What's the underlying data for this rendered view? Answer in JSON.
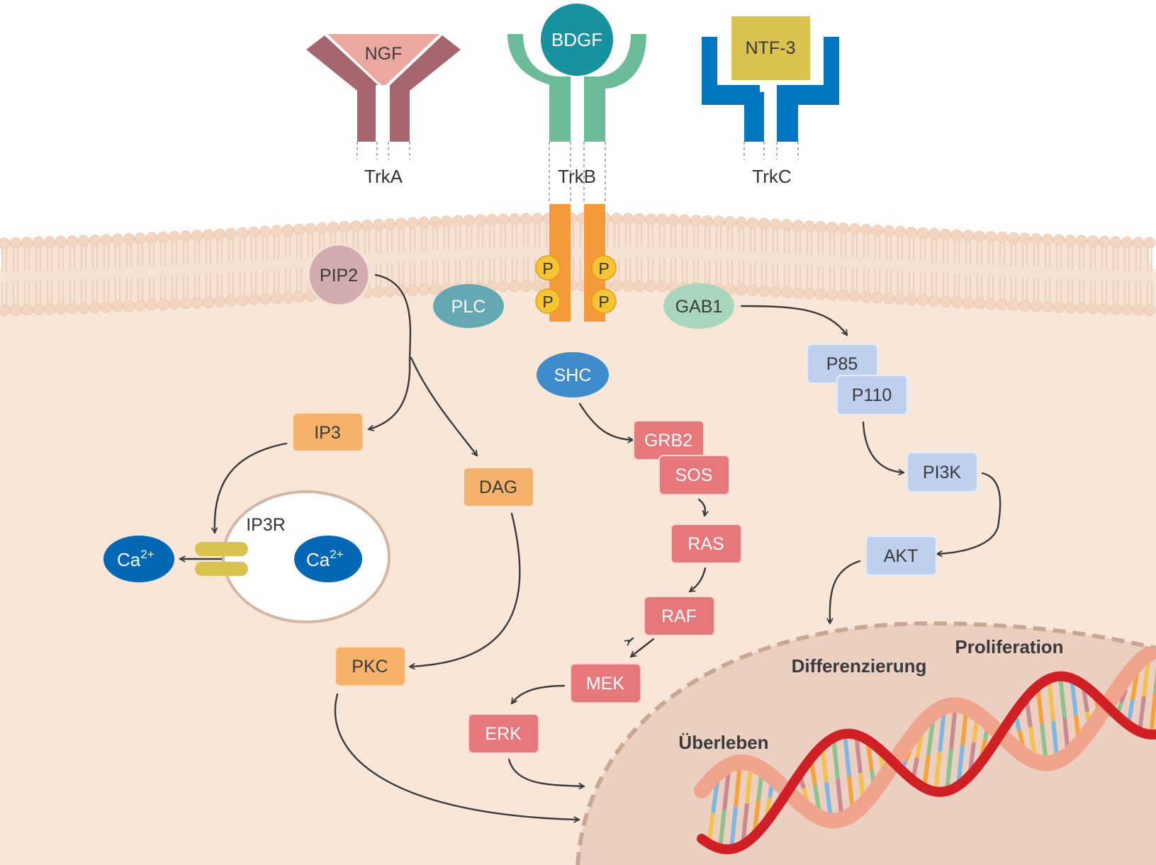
{
  "receptors": [
    {
      "ligand": "NGF",
      "receptor": "TrkA",
      "ligand_color": "#EBA8A0",
      "receptor_color": "#A5666E"
    },
    {
      "ligand": "BDGF",
      "receptor": "TrkB",
      "ligand_color": "#17929E",
      "receptor_color": "#6BBB99"
    },
    {
      "ligand": "NTF-3",
      "receptor": "TrkC",
      "ligand_color": "#D9C24F",
      "receptor_color": "#0077C0"
    }
  ],
  "phospho": "P",
  "membrane": {
    "membrane_node": "PIP2",
    "plc": "PLC",
    "gab1": "GAB1"
  },
  "plc_pathway": {
    "ip3": "IP3",
    "dag": "DAG",
    "pkc": "PKC",
    "ip3r": "IP3R",
    "calcium_base": "Ca",
    "calcium_charge": "2+"
  },
  "mapk_pathway": {
    "shc": "SHC",
    "grb2": "GRB2",
    "sos": "SOS",
    "ras": "RAS",
    "raf": "RAF",
    "mek": "MEK",
    "erk": "ERK"
  },
  "pi3k_pathway": {
    "p85": "P85",
    "p110": "P110",
    "pi3k": "PI3K",
    "akt": "AKT"
  },
  "outcomes": {
    "proliferation": "Proliferation",
    "differentiation": "Differenzierung",
    "survival": "Überleben"
  },
  "colors": {
    "cytoplasm": "#F8E6D8",
    "nucleus": "#EBCFC0",
    "lipid_head": "#F3D6C1",
    "orange_node": "#F6B26B",
    "red_node": "#E6777A",
    "blue_node": "#BFD0EE",
    "pip2": "#D3ACB0",
    "plc": "#63A8B3",
    "gab1": "#A8D6BC",
    "shc": "#3E8CCB",
    "calcium": "#0068B5",
    "phospho": "#F7C531",
    "kinase": "#F49A3A",
    "dna_strand_1": "#D11F26",
    "dna_strand_2": "#F0A48B",
    "arrow": "#3a3a3a"
  }
}
